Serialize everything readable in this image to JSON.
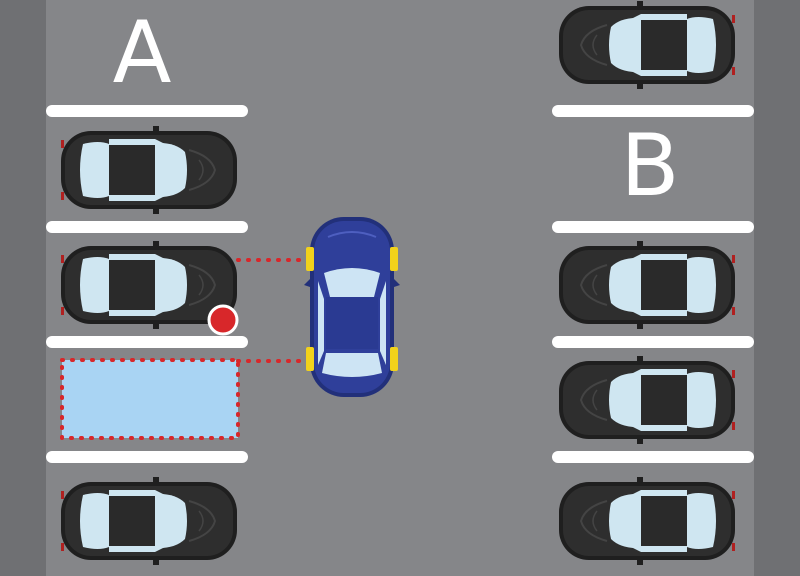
{
  "labels": {
    "zone_a": "A",
    "zone_b": "B"
  },
  "colors": {
    "road": "#858689",
    "side_strip": "#6f7073",
    "line": "#ffffff",
    "parked_body": "#2b2b2b",
    "parked_glass": "#cfe6f1",
    "player_body": "#2f3f9a",
    "player_glass": "#cde4f4",
    "wheel": "#f2d21b",
    "target_fill": "#a9d4f3",
    "marker": "#d8272a"
  },
  "left_row": {
    "slots": [
      "car",
      "car",
      "target",
      "car"
    ]
  },
  "right_row": {
    "slots": [
      "car",
      "car",
      "car",
      "car"
    ]
  }
}
